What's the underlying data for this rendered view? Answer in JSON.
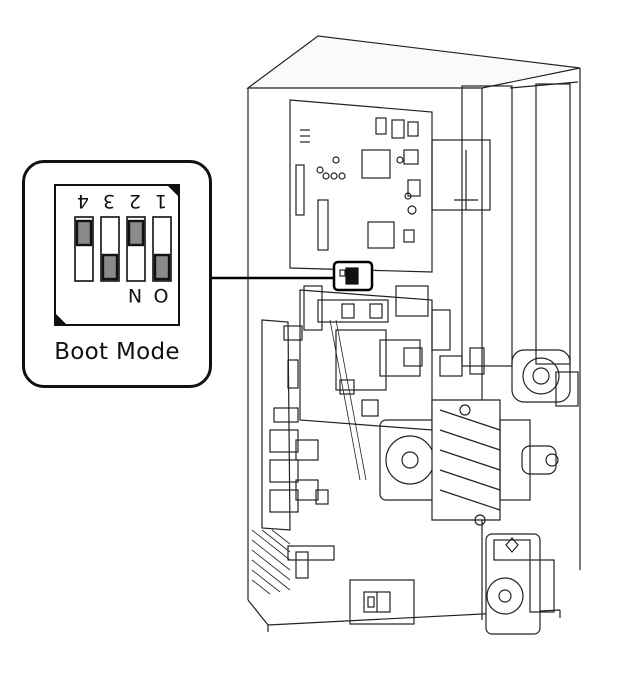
{
  "callout": {
    "caption": "Boot Mode",
    "switch_numbers": [
      "1",
      "2",
      "3",
      "4"
    ],
    "on_label": "O",
    "n_label": "N"
  }
}
